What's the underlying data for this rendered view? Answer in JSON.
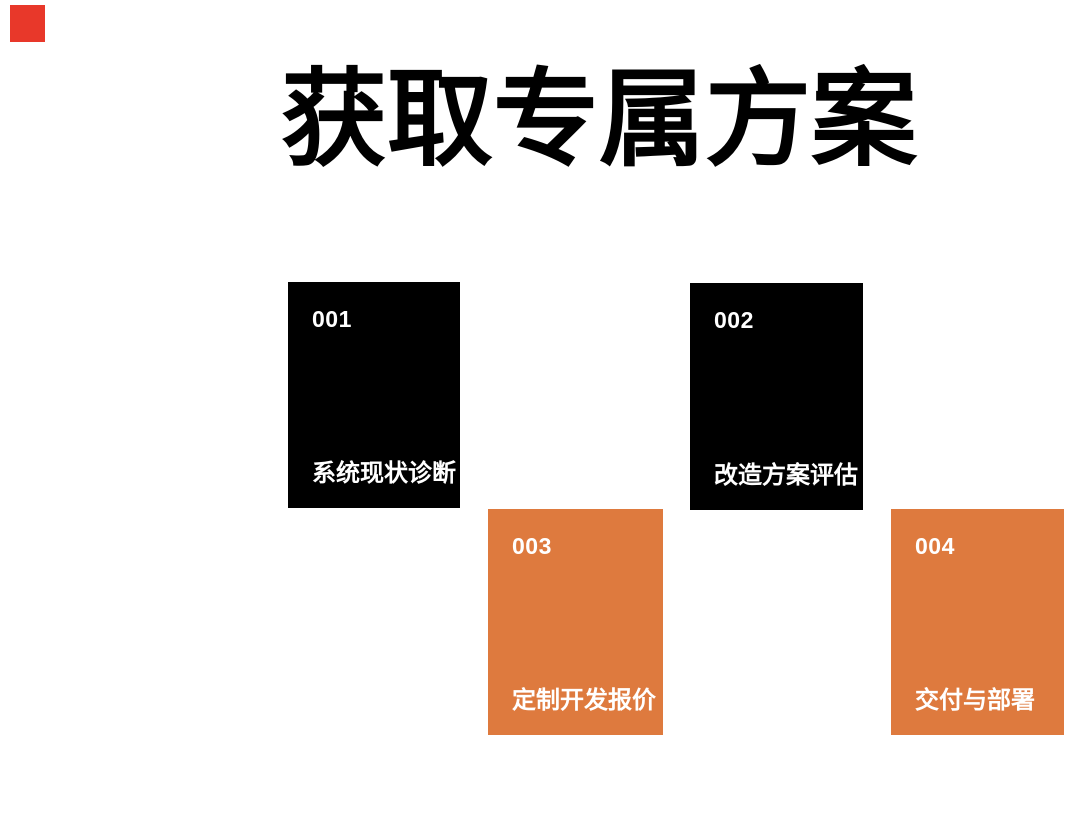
{
  "page": {
    "title": "获取专属方案",
    "background_color": "#ffffff",
    "accent_square_color": "#e8382a"
  },
  "cards": [
    {
      "number": "001",
      "label": "系统现状诊断",
      "background_color": "#000000",
      "text_color": "#ffffff"
    },
    {
      "number": "002",
      "label": "改造方案评估",
      "background_color": "#000000",
      "text_color": "#ffffff"
    },
    {
      "number": "003",
      "label": "定制开发报价",
      "background_color": "#de7a3e",
      "text_color": "#ffffff"
    },
    {
      "number": "004",
      "label": "交付与部署",
      "background_color": "#de7a3e",
      "text_color": "#ffffff"
    }
  ]
}
